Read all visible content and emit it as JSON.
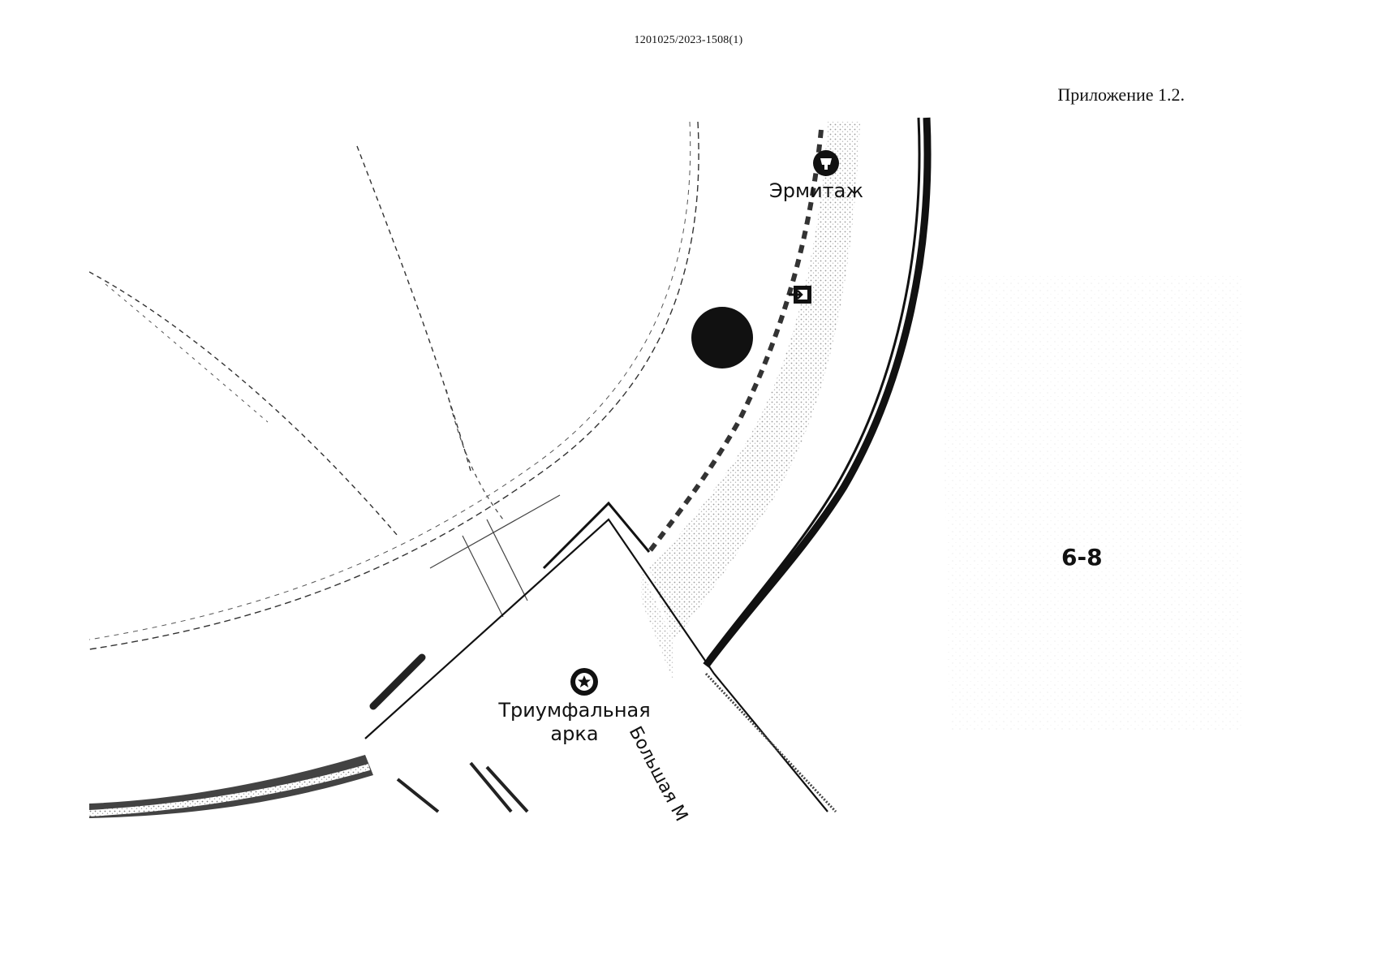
{
  "document": {
    "number": "1201025/2023-1508(1)",
    "appendix": "Приложение 1.2."
  },
  "map": {
    "labels": {
      "hermitage": "Эрмитаж",
      "arch_line1": "Триумфальная",
      "arch_line2": "арка",
      "street": "Большая М",
      "house_number": "6-8"
    },
    "icons": {
      "hermitage": "museum-icon",
      "arch": "star-landmark-icon",
      "entrance": "entrance-icon",
      "location": "location-marker"
    },
    "colors": {
      "ink": "#111111",
      "stipple": "#8a8a8a",
      "background": "#ffffff"
    }
  }
}
